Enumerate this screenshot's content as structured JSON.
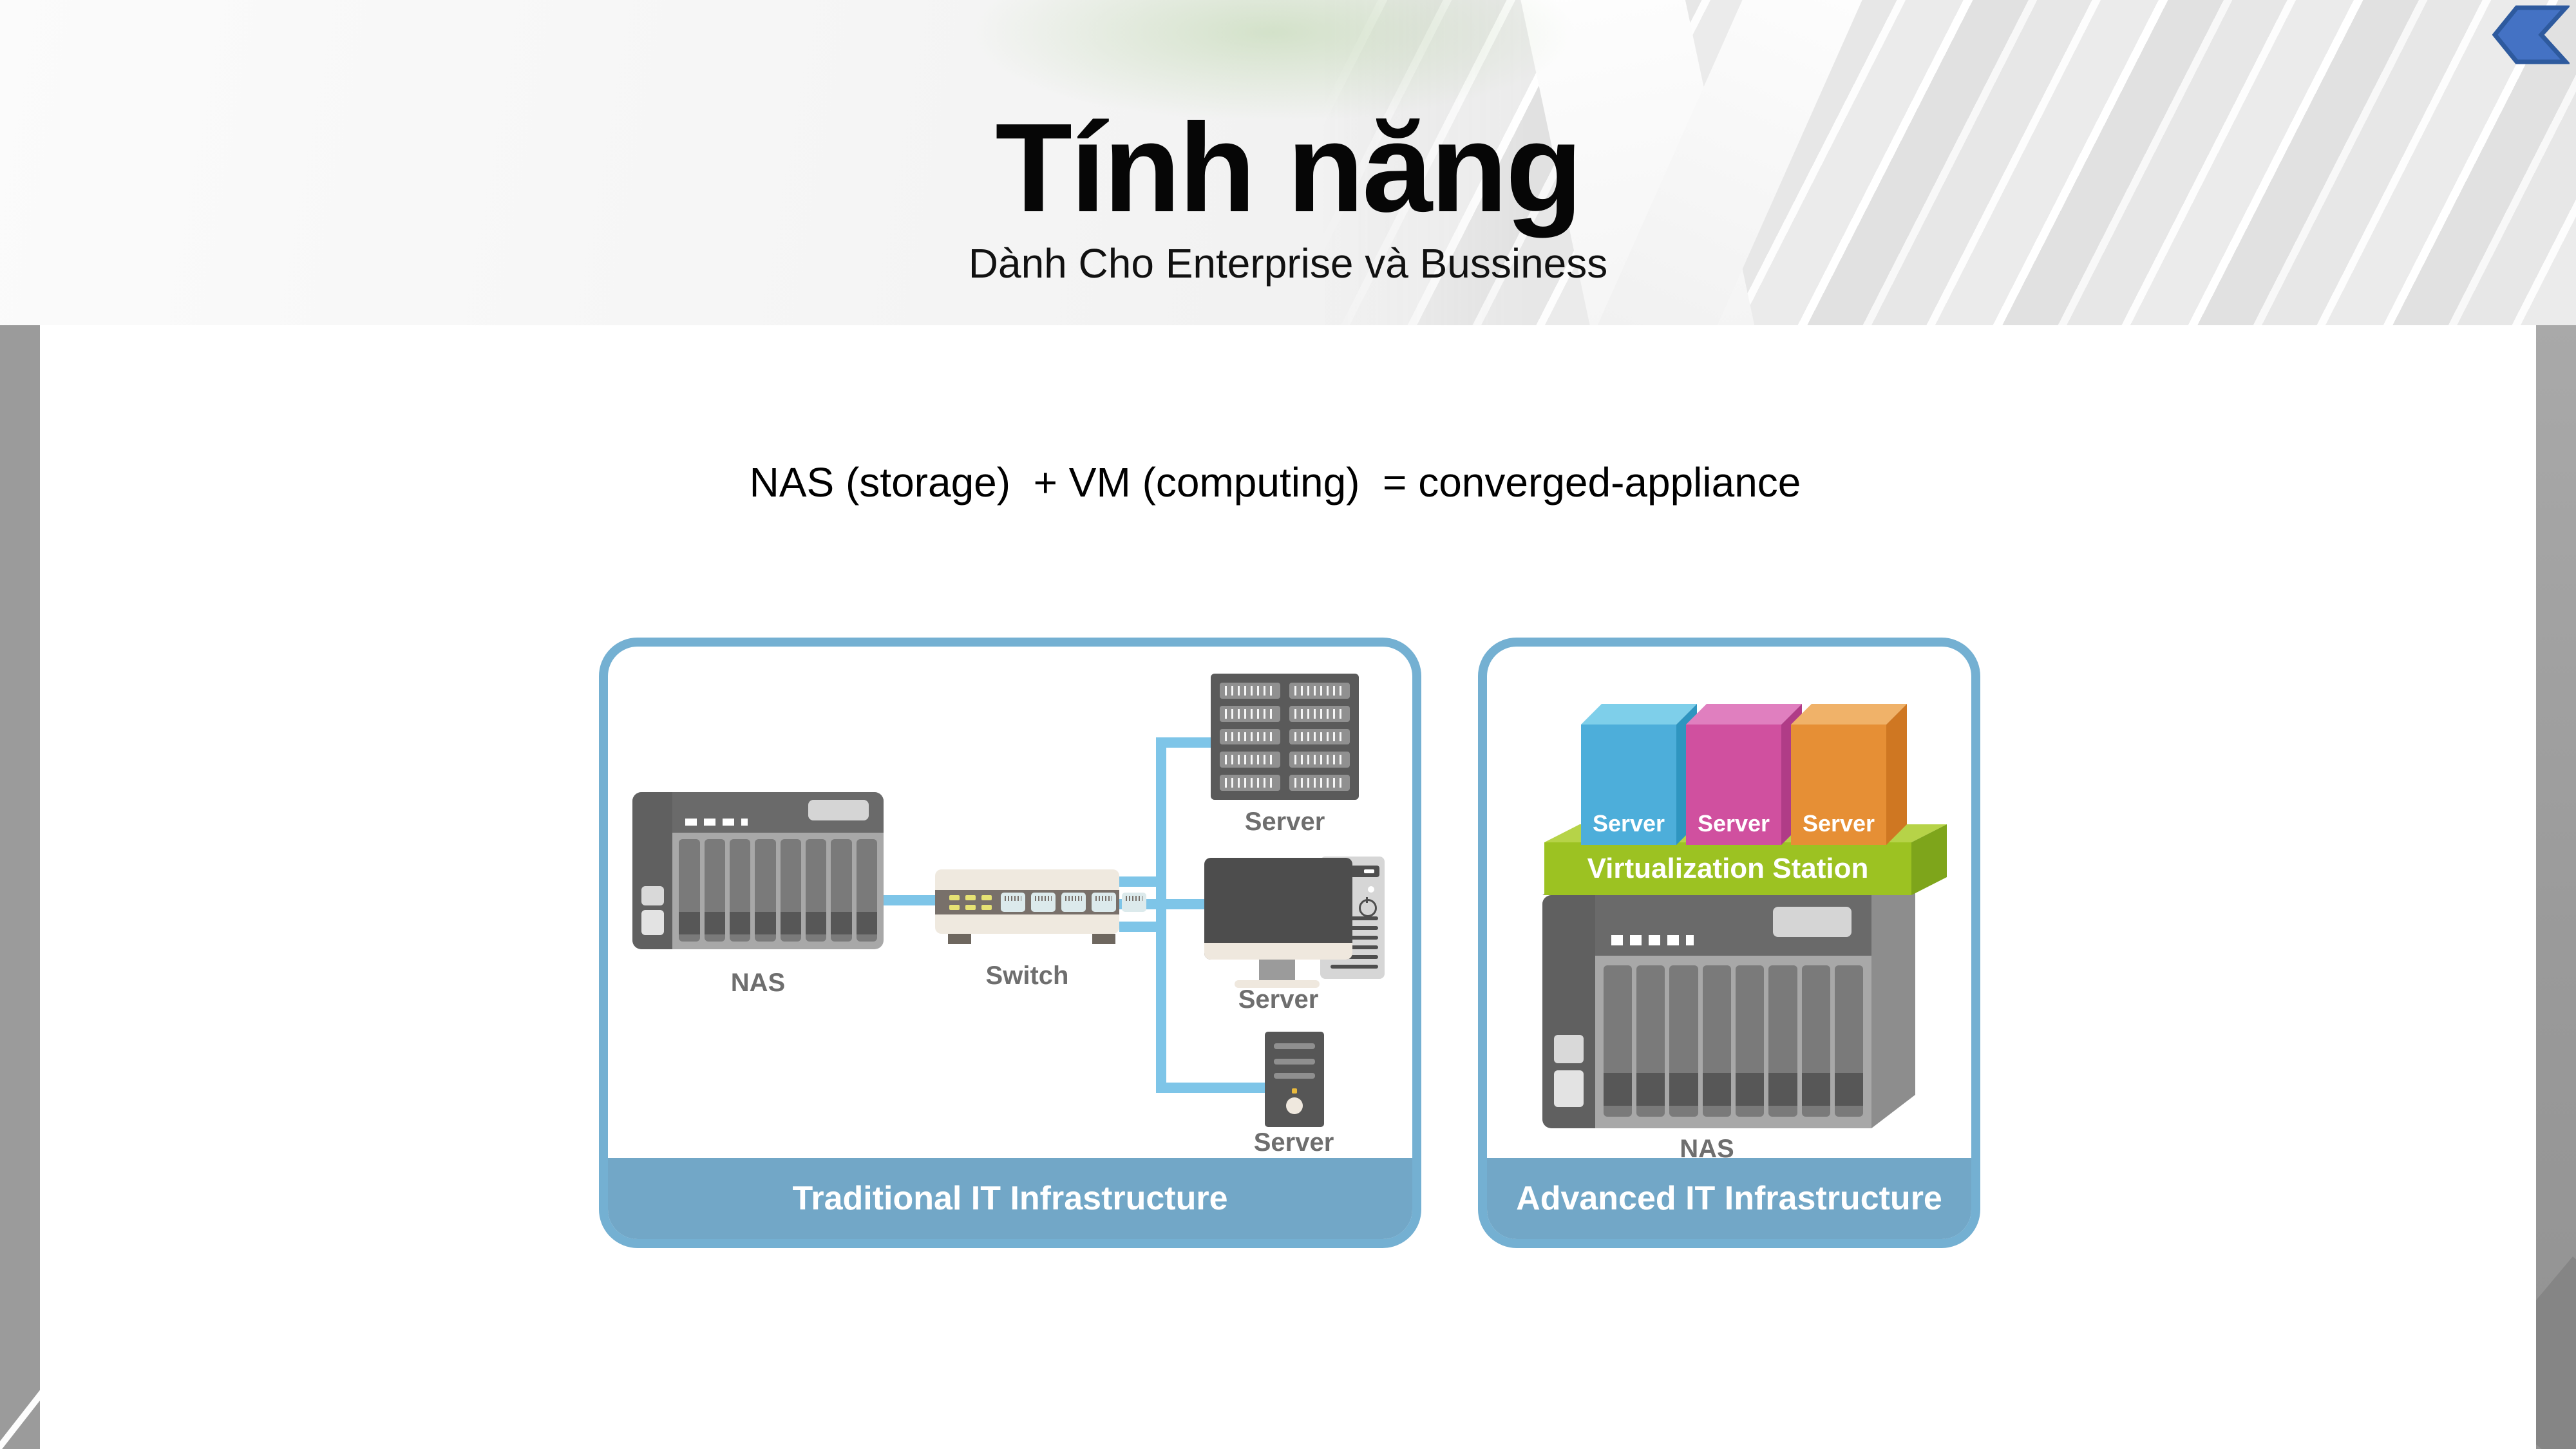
{
  "header": {
    "title": "Tính năng",
    "subtitle": "Dành Cho Enterprise và Bussiness"
  },
  "navigation": {
    "back_icon": "chevron-left-arrow"
  },
  "body_text": {
    "formula": "NAS (storage)  + VM (computing)  = converged-appliance"
  },
  "traditional_diagram": {
    "caption": "Traditional IT Infrastructure",
    "nas_label": "NAS",
    "switch_label": "Switch",
    "server_top_label": "Server",
    "server_middle_label": "Server",
    "server_bottom_label": "Server"
  },
  "advanced_diagram": {
    "caption": "Advanced IT Infrastructure",
    "vm_labels": [
      "Server",
      "Server",
      "Server"
    ],
    "platform_label": "Virtualization Station",
    "nas_label": "NAS"
  },
  "colors": {
    "box_border_blue": "#74b0d2",
    "caption_bar_blue": "#72a7c7",
    "connection_line_blue": "#7ec5e8",
    "vm_cube_blue": "#4daeda",
    "vm_cube_pink": "#d0509f",
    "vm_cube_orange": "#e68f35",
    "platform_green": "#9cc222",
    "back_arrow_blue": "#4472c4"
  }
}
